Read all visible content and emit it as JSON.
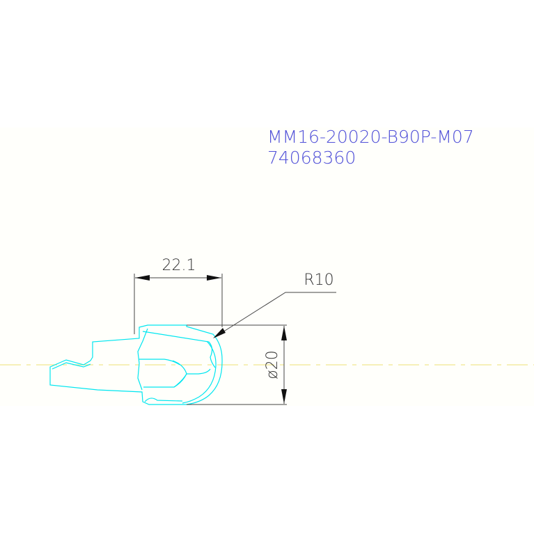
{
  "title_block": {
    "part_number": "MM16-20020-B90P-M07",
    "order_code": "74068360"
  },
  "dimensions": {
    "length_label": "22.1",
    "radius_label": "R10",
    "diameter_label": "ø20"
  },
  "colors": {
    "sheet": "#fffffb",
    "outline": "#00e6f0",
    "centerline": "#f0e890",
    "dimension": "#444444",
    "annotation_text": "#5050d8"
  }
}
